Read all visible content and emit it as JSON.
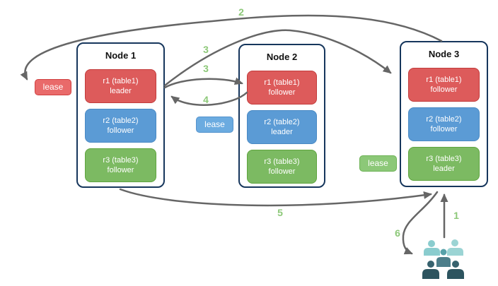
{
  "nodes": [
    {
      "title": "Node 1",
      "replicas": [
        {
          "name": "r1 (table1)",
          "role": "leader",
          "color": "#dd5b5b"
        },
        {
          "name": "r2 (table2)",
          "role": "follower",
          "color": "#5b9bd5"
        },
        {
          "name": "r3 (table3)",
          "role": "follower",
          "color": "#7cba62"
        }
      ]
    },
    {
      "title": "Node 2",
      "replicas": [
        {
          "name": "r1 (table1)",
          "role": "follower",
          "color": "#dd5b5b"
        },
        {
          "name": "r2 (table2)",
          "role": "leader",
          "color": "#5b9bd5"
        },
        {
          "name": "r3 (table3)",
          "role": "follower",
          "color": "#7cba62"
        }
      ]
    },
    {
      "title": "Node 3",
      "replicas": [
        {
          "name": "r1 (table1)",
          "role": "follower",
          "color": "#dd5b5b"
        },
        {
          "name": "r2 (table2)",
          "role": "follower",
          "color": "#5b9bd5"
        },
        {
          "name": "r3 (table3)",
          "role": "leader",
          "color": "#7cba62"
        }
      ]
    }
  ],
  "leases": [
    {
      "label": "lease",
      "color": "#e96a6a"
    },
    {
      "label": "lease",
      "color": "#6babe0"
    },
    {
      "label": "lease",
      "color": "#8cc878"
    }
  ],
  "steps": [
    {
      "label": "1"
    },
    {
      "label": "2"
    },
    {
      "label": "3"
    },
    {
      "label": "3"
    },
    {
      "label": "4"
    },
    {
      "label": "5"
    },
    {
      "label": "6"
    }
  ],
  "icons": {
    "users": "users-group-icon"
  },
  "colors": {
    "arrow": "#666666",
    "step_label": "#8cc878",
    "node_border": "#16365c"
  }
}
